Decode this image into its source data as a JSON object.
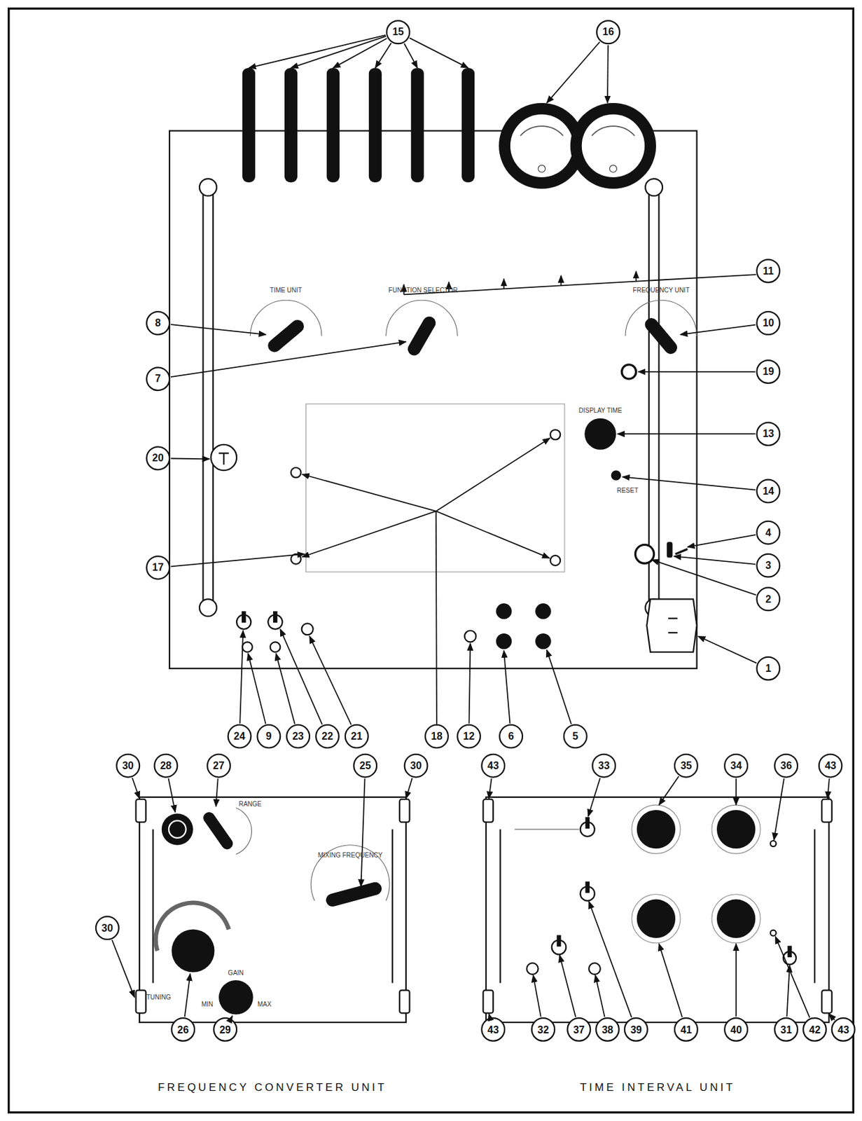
{
  "diagram": {
    "labels": [
      "15",
      "16",
      "11",
      "8",
      "10",
      "7",
      "19",
      "20",
      "13",
      "14",
      "4",
      "3",
      "2",
      "17",
      "1",
      "18",
      "24",
      "9",
      "23",
      "22",
      "21",
      "12",
      "6",
      "5",
      "30",
      "28",
      "27",
      "25",
      "30",
      "30",
      "26",
      "29",
      "43",
      "33",
      "35",
      "34",
      "36",
      "43",
      "43",
      "32",
      "37",
      "38",
      "39",
      "41",
      "40",
      "31",
      "42",
      "43",
      "TIME UNIT",
      "FUNCTION SELECTOR",
      "FREQUENCY UNIT",
      "DISPLAY TIME",
      "RESET",
      "RANGE",
      "MIXING FREQUENCY",
      "TUNING",
      "GAIN",
      "MIN",
      "MAX",
      "FREQUENCY CONVERTER UNIT",
      "TIME INTERVAL UNIT"
    ]
  }
}
